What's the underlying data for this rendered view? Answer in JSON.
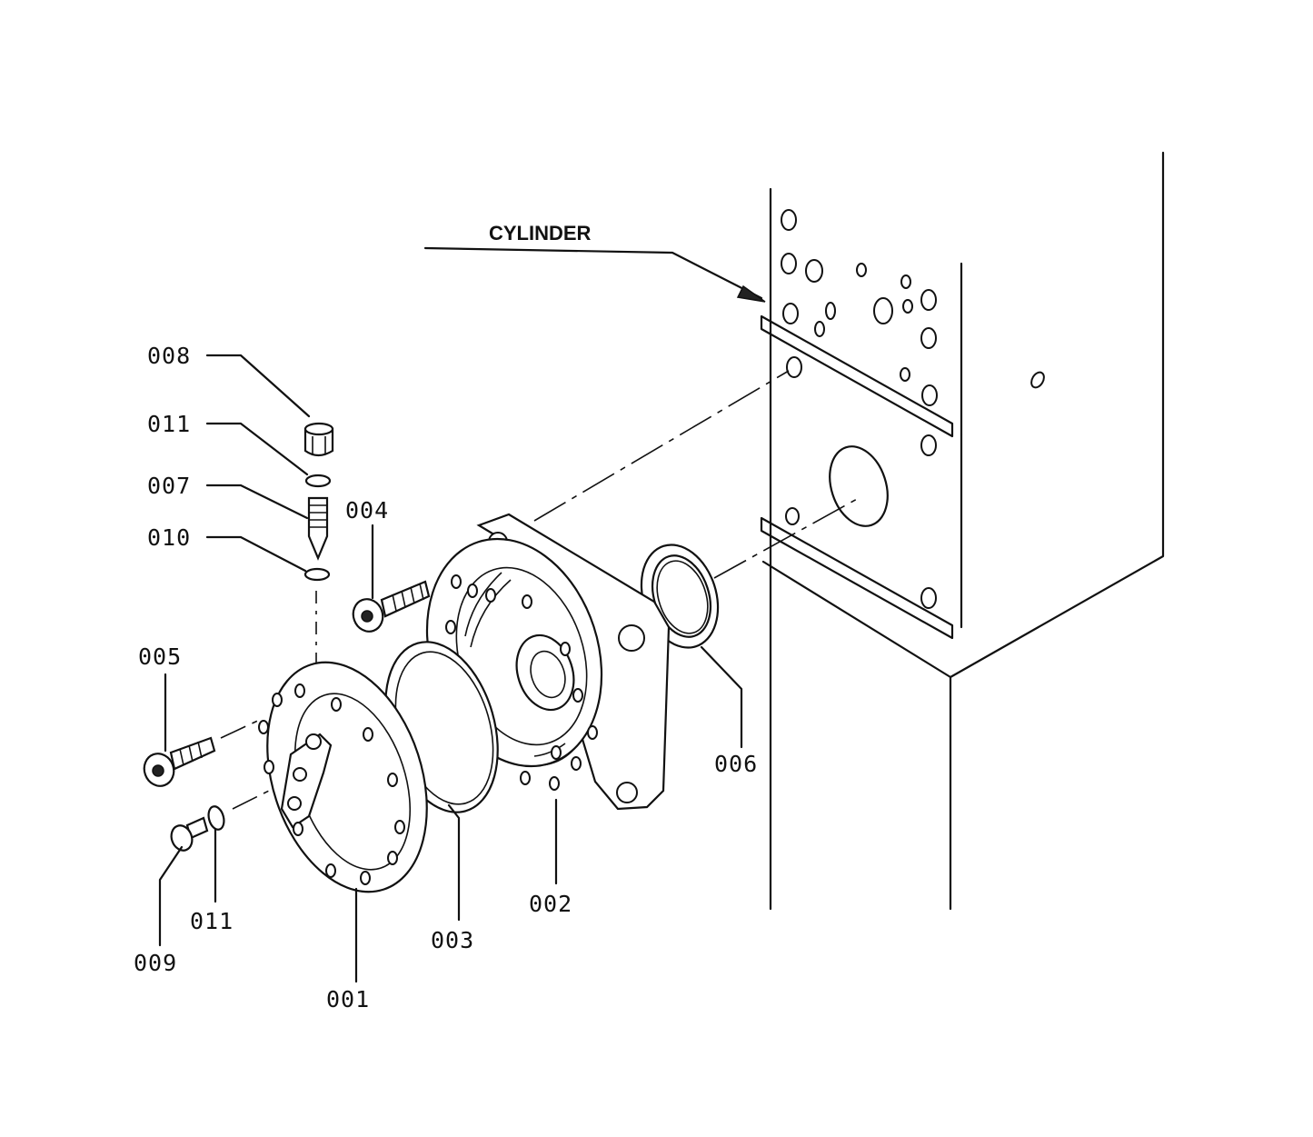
{
  "callouts": {
    "cylinder": "CYLINDER",
    "p001": "001",
    "p002": "002",
    "p003": "003",
    "p004": "004",
    "p005": "005",
    "p006": "006",
    "p007": "007",
    "p008": "008",
    "p009": "009",
    "p010": "010",
    "p011_top": "011",
    "p011_bottom": "011"
  }
}
